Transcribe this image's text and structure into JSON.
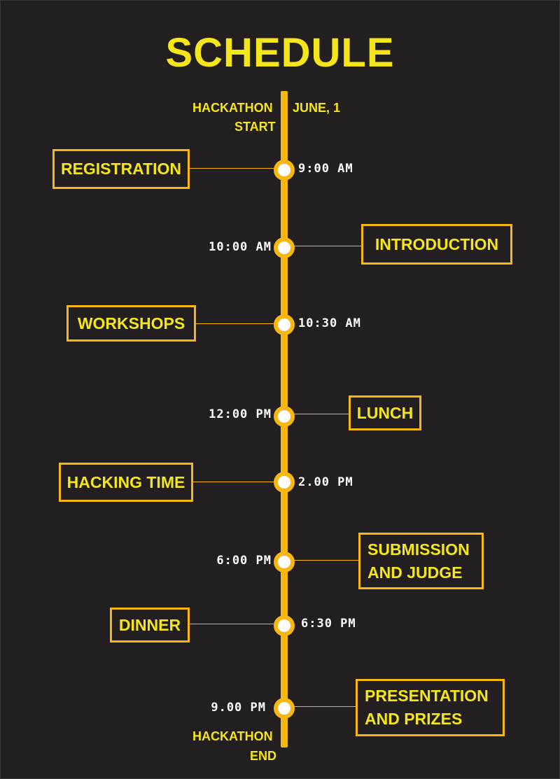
{
  "title": "SCHEDULE",
  "start": {
    "line1": "HACKATHON",
    "line2": "START",
    "date": "JUNE, 1"
  },
  "end": {
    "line1": "HACKATHON",
    "line2": "END"
  },
  "events": [
    {
      "label": "REGISTRATION",
      "time": "9:00 AM"
    },
    {
      "label": "INTRODUCTION",
      "time": "10:00 AM"
    },
    {
      "label": "WORKSHOPS",
      "time": "10:30 AM"
    },
    {
      "label": "LUNCH",
      "time": "12:00 PM"
    },
    {
      "label": "HACKING TIME",
      "time": "2.00 PM"
    },
    {
      "label_line1": "SUBMISSION",
      "label_line2": "AND JUDGE",
      "time": "6:00 PM"
    },
    {
      "label": "DINNER",
      "time": "6:30 PM"
    },
    {
      "label_line1": "PRESENTATION",
      "label_line2": "AND PRIZES",
      "time": "9.00 PM"
    }
  ],
  "colors": {
    "background": "#231f20",
    "accent": "#f7b713",
    "title": "#f5e61b",
    "node_center": "#ffffff"
  }
}
